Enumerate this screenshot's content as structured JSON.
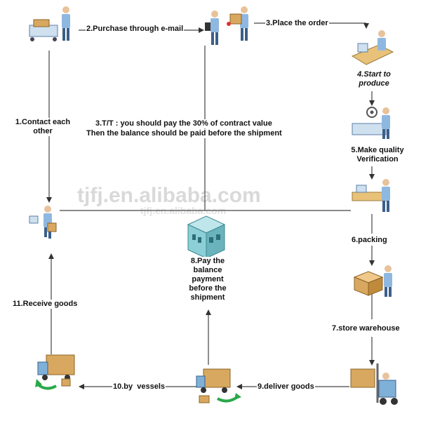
{
  "steps": {
    "s1": "1.Contact each other",
    "s2": "2.Purchase through e-mail",
    "s3": "3.Place the order",
    "s4": "4.Start to produce",
    "s5": "5.Make quality Verification",
    "s6": "6.packing",
    "s7": "7.store warehouse",
    "s8": "8.Pay the balance payment before the shipment",
    "s9": "9.deliver goods",
    "s10": "10.by  vessels",
    "s11": "11.Receive goods"
  },
  "payment_note": {
    "line1": "3.T/T : you should pay the 30% of contract value",
    "line2": "Then the balance should be paid before the shipment"
  },
  "watermark": {
    "main": "tjfj.en.alibaba.com",
    "small": "tjfj.en.alibaba.com"
  },
  "colors": {
    "line": "#444444",
    "shirt": "#8fb8e0",
    "pants": "#3b5f8a",
    "box": "#d9a860",
    "truck": "#7fb0d8",
    "green_arrow": "#2aa84a",
    "bank": "#8ccfd6"
  },
  "icons": [
    "contact-person-cart-icon",
    "email-person-icon",
    "order-person-icon",
    "production-worker-icon",
    "quality-inspector-icon",
    "packing-worker-icon",
    "warehouse-boxes-icon",
    "bank-building-icon",
    "forklift-icon",
    "delivery-truck-icon",
    "vessel-truck-icon",
    "receiving-person-icon"
  ]
}
